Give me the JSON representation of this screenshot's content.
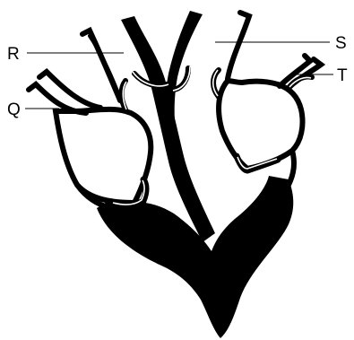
{
  "diagram": {
    "labels": {
      "R": "R",
      "S": "S",
      "Q": "Q",
      "T": "T"
    }
  }
}
